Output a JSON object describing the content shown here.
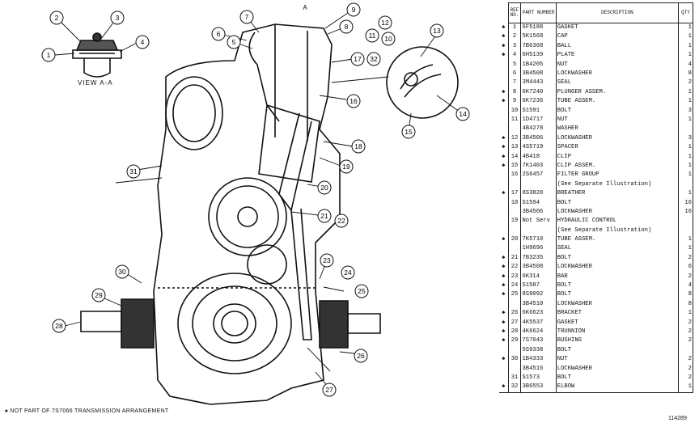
{
  "view_label": "VIEW A-A",
  "arrow_label": "A",
  "callouts": [
    "1",
    "2",
    "3",
    "4",
    "5",
    "6",
    "7",
    "8",
    "9",
    "10",
    "11",
    "12",
    "13",
    "14",
    "15",
    "16",
    "17",
    "18",
    "19",
    "20",
    "21",
    "22",
    "23",
    "24",
    "25",
    "26",
    "27",
    "28",
    "29",
    "30",
    "31",
    "32"
  ],
  "table": {
    "headers": {
      "ref": "REF NO.",
      "part": "PART NUMBER",
      "desc": "DESCRIPTION",
      "qty": "QTY"
    },
    "rows": [
      {
        "mark": "♠",
        "ref": "1",
        "pn": "6F5188",
        "desc": "GASKET",
        "qty": "1"
      },
      {
        "mark": "♠",
        "ref": "2",
        "pn": "5K1568",
        "desc": "CAP",
        "qty": "1"
      },
      {
        "mark": "♠",
        "ref": "3",
        "pn": "7B6368",
        "desc": "BALL",
        "qty": "1"
      },
      {
        "mark": "♠",
        "ref": "4",
        "pn": "6H5139",
        "desc": "PLATE",
        "qty": "1"
      },
      {
        "mark": "",
        "ref": "5",
        "pn": "1B4205",
        "desc": "NUT",
        "qty": "4"
      },
      {
        "mark": "",
        "ref": "6",
        "pn": "3B4508",
        "desc": "LOCKWASHER",
        "qty": "8"
      },
      {
        "mark": "",
        "ref": "7",
        "pn": "3M4443",
        "desc": "SEAL",
        "qty": "2"
      },
      {
        "mark": "♠",
        "ref": "8",
        "pn": "6K7240",
        "desc": "PLUNGER ASSEM.",
        "qty": "1"
      },
      {
        "mark": "♠",
        "ref": "9",
        "pn": "6K7236",
        "desc": "TUBE ASSEM.",
        "qty": "1"
      },
      {
        "mark": "",
        "ref": "10",
        "pn": "S1591",
        "desc": "BOLT",
        "qty": "3"
      },
      {
        "mark": "",
        "ref": "11",
        "pn": "1D4717",
        "desc": "NUT",
        "qty": "1"
      },
      {
        "mark": "",
        "ref": "",
        "pn": "4B4278",
        "desc": "WASHER",
        "qty": ""
      },
      {
        "mark": "♠",
        "ref": "12",
        "pn": "3B4506",
        "desc": "LOCKWASHER",
        "qty": "3"
      },
      {
        "mark": "♠",
        "ref": "13",
        "pn": "4S5719",
        "desc": "SPACER",
        "qty": "1"
      },
      {
        "mark": "♠",
        "ref": "14",
        "pn": "4B418",
        "desc": "CLIP",
        "qty": "1"
      },
      {
        "mark": "♠",
        "ref": "15",
        "pn": "7K1403",
        "desc": "CLIP ASSEM.",
        "qty": "1"
      },
      {
        "mark": "",
        "ref": "16",
        "pn": "2S6457",
        "desc": "FILTER GROUP",
        "qty": "1"
      },
      {
        "mark": "",
        "ref": "",
        "pn": "",
        "desc": "(See Separate Illustration)",
        "qty": ""
      },
      {
        "mark": "♠",
        "ref": "17",
        "pn": "8S3820",
        "desc": "BREATHER",
        "qty": "1"
      },
      {
        "mark": "",
        "ref": "18",
        "pn": "S1594",
        "desc": "BOLT",
        "qty": "16"
      },
      {
        "mark": "",
        "ref": "",
        "pn": "3B4506",
        "desc": "LOCKWASHER",
        "qty": "16"
      },
      {
        "mark": "",
        "ref": "19",
        "pn": "Not Serv",
        "desc": "HYDRAULIC CONTROL",
        "qty": ""
      },
      {
        "mark": "",
        "ref": "",
        "pn": "",
        "desc": "(See Separate Illustration)",
        "qty": ""
      },
      {
        "mark": "♠",
        "ref": "20",
        "pn": "7K5710",
        "desc": "TUBE ASSEM.",
        "qty": "1"
      },
      {
        "mark": "",
        "ref": "",
        "pn": "1H9696",
        "desc": "SEAL",
        "qty": "1"
      },
      {
        "mark": "♠",
        "ref": "21",
        "pn": "7B3235",
        "desc": "BOLT",
        "qty": "2"
      },
      {
        "mark": "♠",
        "ref": "22",
        "pn": "3B4508",
        "desc": "LOCKWASHER",
        "qty": "6"
      },
      {
        "mark": "♠",
        "ref": "23",
        "pn": "6K314",
        "desc": "BAR",
        "qty": "2"
      },
      {
        "mark": "♠",
        "ref": "24",
        "pn": "S1587",
        "desc": "BOLT",
        "qty": "4"
      },
      {
        "mark": "♠",
        "ref": "25",
        "pn": "8S9092",
        "desc": "BOLT",
        "qty": "8"
      },
      {
        "mark": "",
        "ref": "",
        "pn": "3B4510",
        "desc": "LOCKWASHER",
        "qty": "8"
      },
      {
        "mark": "♠",
        "ref": "26",
        "pn": "6K6623",
        "desc": "BRACKET",
        "qty": "1"
      },
      {
        "mark": "♠",
        "ref": "27",
        "pn": "4K5537",
        "desc": "GASKET",
        "qty": "2"
      },
      {
        "mark": "♠",
        "ref": "28",
        "pn": "4K6624",
        "desc": "TRUNNION",
        "qty": "2"
      },
      {
        "mark": "♠",
        "ref": "29",
        "pn": "7S7043",
        "desc": "BUSHING",
        "qty": "2"
      },
      {
        "mark": "",
        "ref": "",
        "pn": "5S9338",
        "desc": "BOLT",
        "qty": ""
      },
      {
        "mark": "♠",
        "ref": "30",
        "pn": "1B4333",
        "desc": "NUT",
        "qty": "2"
      },
      {
        "mark": "",
        "ref": "",
        "pn": "3B4516",
        "desc": "LOCKWASHER",
        "qty": "2"
      },
      {
        "mark": "",
        "ref": "31",
        "pn": "S1573",
        "desc": "BOLT",
        "qty": "2"
      },
      {
        "mark": "♠",
        "ref": "32",
        "pn": "3B6553",
        "desc": "ELBOW",
        "qty": "1"
      }
    ]
  },
  "footnote": "♠ NOT PART OF 7S7066 TRANSMISSION ARRANGEMENT",
  "doc_number": "114289"
}
